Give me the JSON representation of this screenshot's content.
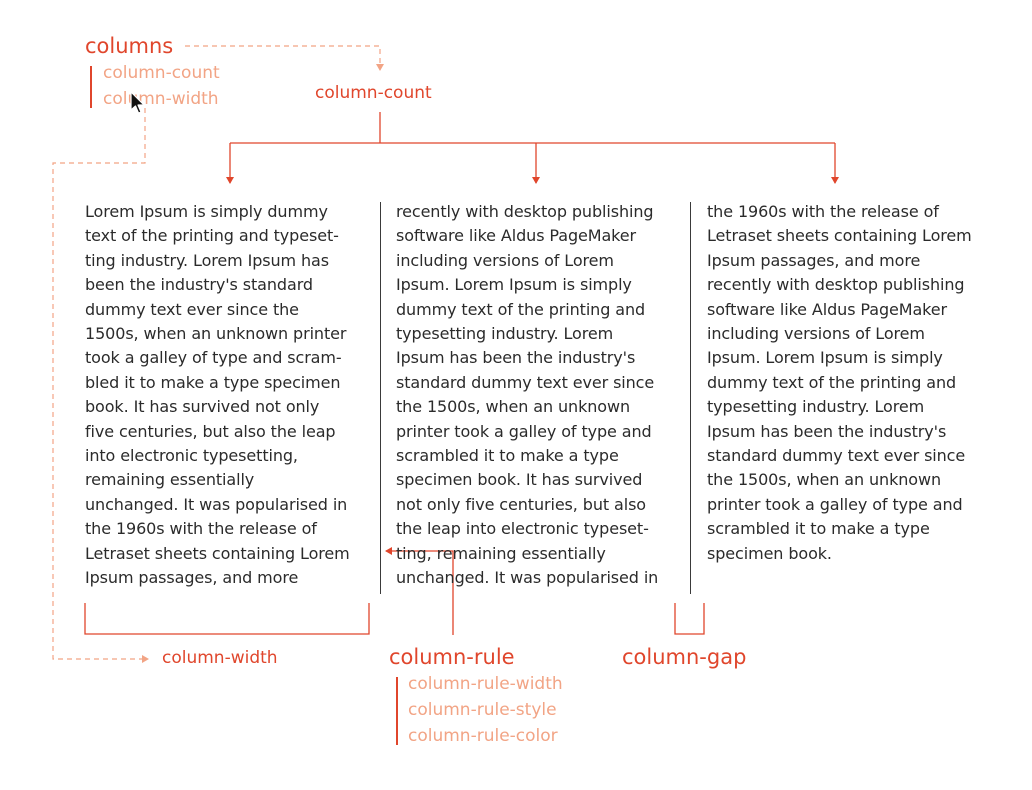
{
  "labels": {
    "columns": "columns",
    "columns_sub": [
      "column-count",
      "column-width"
    ],
    "column_count": "column-count",
    "column_width": "column-width",
    "column_rule": "column-rule",
    "column_rule_sub": [
      "column-rule-width",
      "column-rule-style",
      "column-rule-color"
    ],
    "column_gap": "column-gap"
  },
  "columns_text": [
    [
      "Lorem Ipsum is simply dummy",
      "text of the printing and typeset-",
      "ting industry. Lorem Ipsum has",
      "been the industry's standard",
      "dummy text ever since the",
      "1500s, when an unknown printer",
      "took a galley of type and scram-",
      "bled it to make a type specimen",
      "book. It has survived not only",
      "five centuries, but also the leap",
      "into electronic typesetting,",
      "remaining essentially",
      "unchanged. It was popularised in",
      "the 1960s with the release of",
      "Letraset sheets containing Lorem",
      "Ipsum passages, and more"
    ],
    [
      "recently with desktop publishing",
      "software like Aldus PageMaker",
      "including versions of Lorem",
      "Ipsum. Lorem Ipsum is simply",
      "dummy text of the printing and",
      "typesetting industry. Lorem",
      "Ipsum has been the industry's",
      "standard dummy text ever since",
      "the 1500s, when an unknown",
      "printer took a galley of type and",
      "scrambled it to make a type",
      "specimen book. It has survived",
      "not only five centuries, but also",
      "the leap into electronic typeset-",
      "ting, remaining essentially",
      "unchanged. It was popularised in"
    ],
    [
      "the 1960s with the release of",
      "Letraset sheets containing Lorem",
      "Ipsum passages, and more",
      "recently with desktop publishing",
      "software like Aldus PageMaker",
      "including versions of Lorem",
      "Ipsum.  Lorem Ipsum is simply",
      "dummy text of the printing and",
      "typesetting industry. Lorem",
      "Ipsum has been the industry's",
      "standard dummy text ever since",
      "the 1500s, when an unknown",
      "printer took a galley of type and",
      "scrambled it to make a type",
      "specimen book."
    ]
  ],
  "colors": {
    "accent": "#e0462c",
    "accent_light": "#f2a485",
    "text": "#2b2b2b",
    "rule": "#3a3a3a"
  },
  "icons": [
    "mouse-cursor-icon"
  ]
}
